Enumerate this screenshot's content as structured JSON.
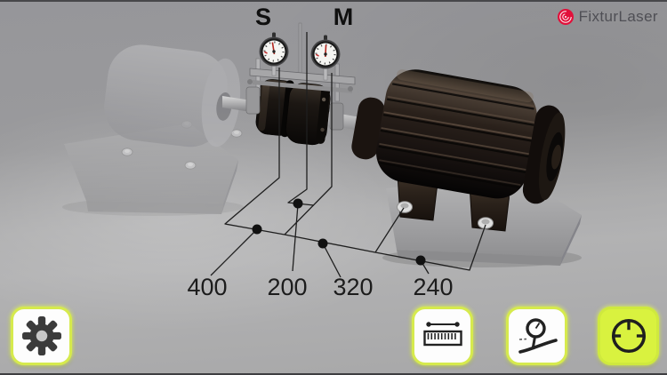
{
  "header": {
    "logo_text": "FixturLaser",
    "logo_icon": "fixturlaser-target-icon",
    "logo_color": "#e2103a"
  },
  "scene": {
    "stationary_gauge_label": "S",
    "movable_gauge_label": "M",
    "measurements": [
      {
        "id": "distance-1",
        "value": "400"
      },
      {
        "id": "distance-2",
        "value": "200"
      },
      {
        "id": "distance-3",
        "value": "320"
      },
      {
        "id": "distance-4",
        "value": "240"
      }
    ]
  },
  "toolbar": {
    "buttons": [
      {
        "id": "settings",
        "icon": "gear-icon",
        "active": false
      },
      {
        "id": "distances",
        "icon": "ruler-icon",
        "active": false
      },
      {
        "id": "gauge-position",
        "icon": "dial-gauge-arm-icon",
        "active": false
      },
      {
        "id": "measure",
        "icon": "dial-face-icon",
        "active": true
      }
    ],
    "accent_color": "#d7ee3f",
    "active_fill": "#d9f23f"
  },
  "colors": {
    "background": "#9d9d9f",
    "dimension_line": "#1f1f1f"
  }
}
